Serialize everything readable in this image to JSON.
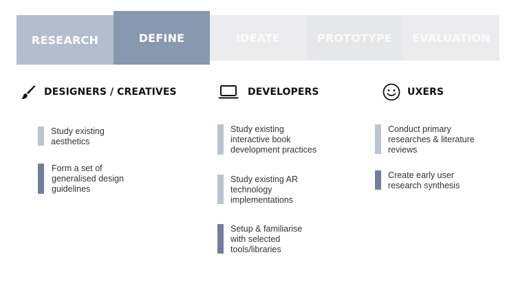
{
  "phases": [
    "RESEARCH",
    "DEFINE",
    "IDEATE",
    "PROTOTYPE",
    "EVALUATION"
  ],
  "columns": [
    {
      "title": "DESIGNERS / CREATIVES",
      "icon": "paintbrush-icon",
      "tasks": [
        {
          "text": "Study existing\naesthetics",
          "phase": "RESEARCH"
        },
        {
          "text": "Form a set of\ngeneralised design\nguidelines",
          "phase": "DEFINE"
        }
      ]
    },
    {
      "title": "DEVELOPERS",
      "icon": "laptop-icon",
      "tasks": [
        {
          "text": "Study existing\ninteractive book\ndevelopment practices",
          "phase": "RESEARCH"
        },
        {
          "text": "Study existing AR\ntechnology\nimplementations",
          "phase": "RESEARCH"
        },
        {
          "text": "Setup & familiarise\nwith selected\ntools/libraries",
          "phase": "DEFINE"
        }
      ]
    },
    {
      "title": "UXERS",
      "icon": "smiley-icon",
      "tasks": [
        {
          "text": "Conduct primary\nresearches & literature\nreviews",
          "phase": "RESEARCH"
        },
        {
          "text": "Create early user\nresearch synthesis",
          "phase": "DEFINE"
        }
      ]
    }
  ],
  "colors": {
    "research": "#b3bdcd",
    "define": "#8898b0",
    "inactive": "#ececee",
    "task_research": "#bcc4d1",
    "task_define": "#6f7f9b"
  }
}
